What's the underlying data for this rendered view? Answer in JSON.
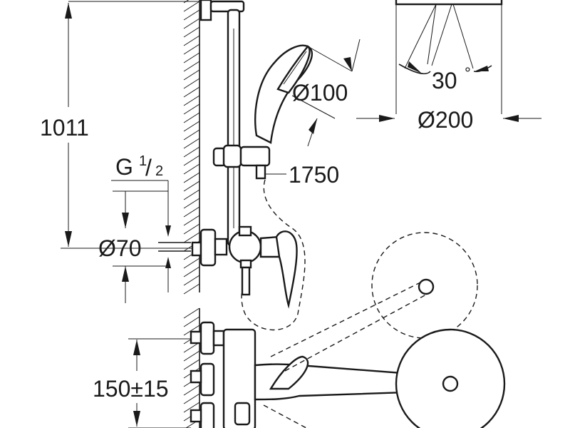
{
  "dimensions": {
    "height_total": "1011",
    "handshower_diameter": "Ø100",
    "hose_length": "1750",
    "thread_main": "G",
    "thread_numerator": "1",
    "thread_slash": "/",
    "thread_denominator": "2",
    "rosette_diameter": "Ø70",
    "head_angle": "30",
    "head_angle_unit": "°",
    "head_diameter": "Ø200",
    "connection_distance": "150±15"
  }
}
